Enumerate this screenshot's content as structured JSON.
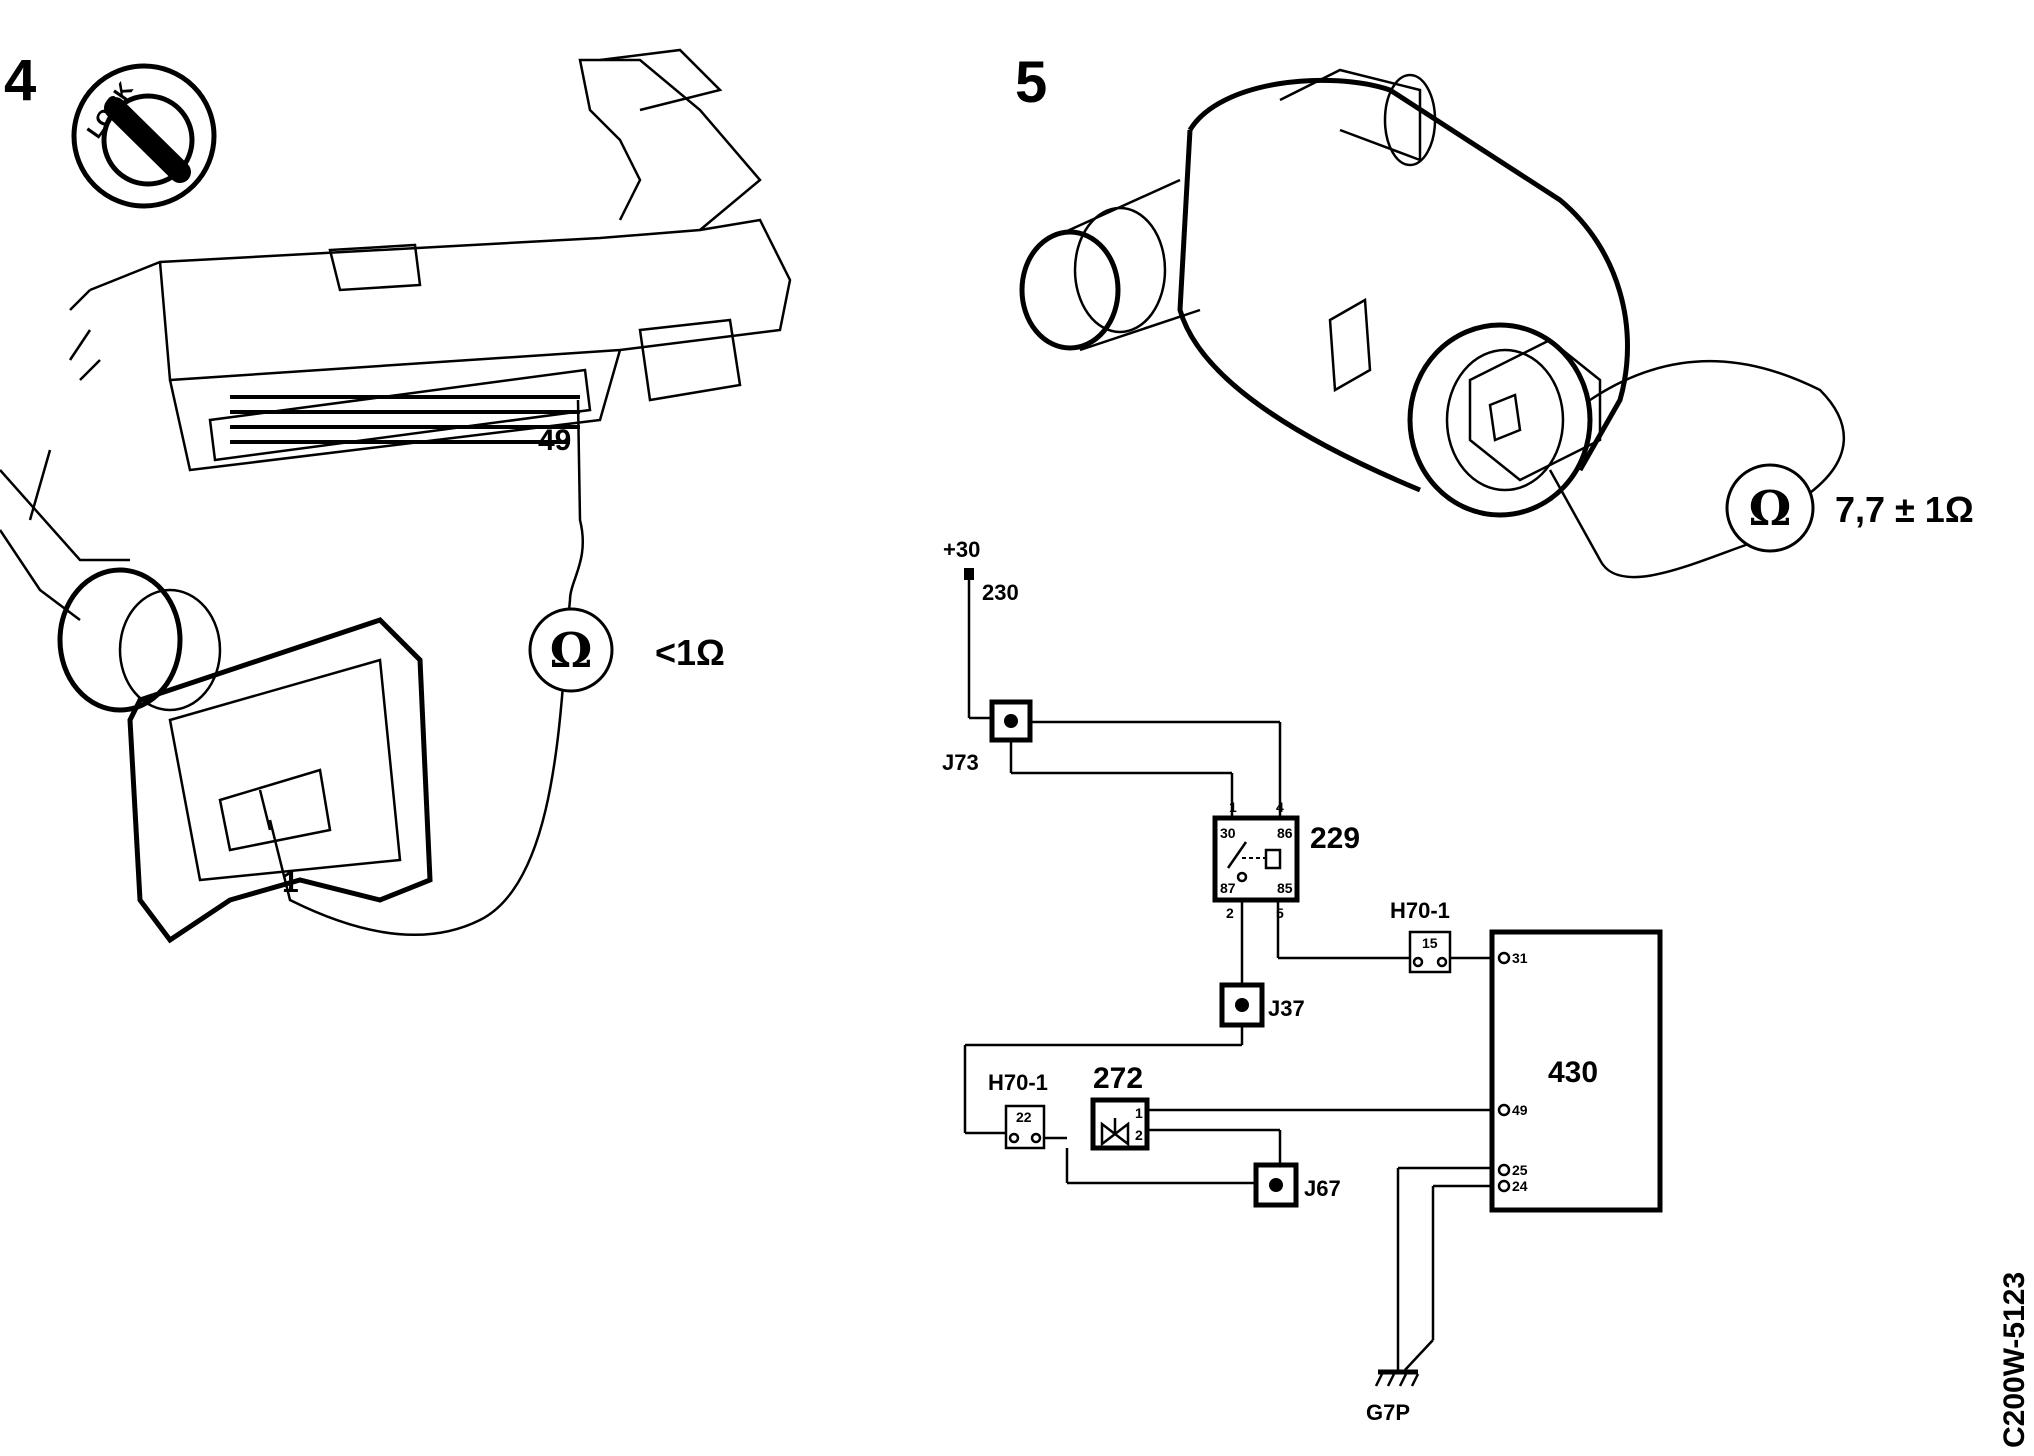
{
  "figure4": {
    "number": "4",
    "lock_label": "LOCK",
    "pin_a": "49",
    "pin_b": "1",
    "ohm_symbol": "Ω",
    "reading": "<1Ω"
  },
  "figure5": {
    "number": "5",
    "ohm_symbol": "Ω",
    "reading": "7,7 ± 1Ω"
  },
  "schematic": {
    "supply": "+30",
    "supply_wire": "230",
    "connectors": {
      "j73": "J73",
      "j37": "J37",
      "j67": "J67",
      "ground": "G7P"
    },
    "relay": {
      "id": "229",
      "terminal_30": "30",
      "terminal_86": "86",
      "terminal_87": "87",
      "terminal_85": "85",
      "pin_1": "1",
      "pin_4": "4",
      "pin_2": "2",
      "pin_5": "5"
    },
    "h70_a": {
      "id": "H70-1",
      "pin": "15"
    },
    "h70_b": {
      "id": "H70-1",
      "pin": "22"
    },
    "valve": {
      "id": "272",
      "pin1": "1",
      "pin2": "2"
    },
    "ecu": {
      "id": "430",
      "pin_31": "31",
      "pin_49": "49",
      "pin_25": "25",
      "pin_24": "24"
    }
  },
  "doc_code": "C200W-5123"
}
